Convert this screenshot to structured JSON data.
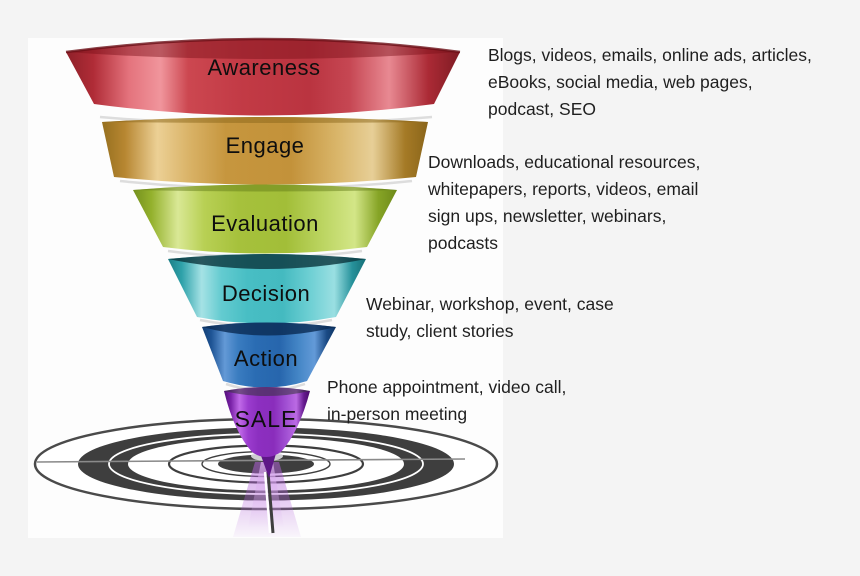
{
  "funnel": {
    "stages": [
      {
        "label": "Awareness",
        "color": "#c23a45"
      },
      {
        "label": "Engage",
        "color": "#c3923a"
      },
      {
        "label": "Evaluation",
        "color": "#a6c13c"
      },
      {
        "label": "Decision",
        "color": "#48bec4"
      },
      {
        "label": "Action",
        "color": "#2a6cb3"
      },
      {
        "label": "SALE",
        "color": "#8c2fc0"
      }
    ]
  },
  "annotations": [
    {
      "lines": [
        "Blogs, videos, emails, online ads, articles,",
        "eBooks, social media, web pages,",
        "podcast, SEO"
      ]
    },
    {
      "lines": [
        "Downloads, educational resources,",
        "whitepapers, reports, videos, email",
        "sign ups, newsletter, webinars,",
        "podcasts"
      ]
    },
    {
      "lines": [
        "Webinar, workshop, event, case",
        "study, client stories"
      ]
    },
    {
      "lines": [
        "Phone appointment, video call,",
        "in-person meeting"
      ]
    }
  ],
  "colors": {
    "background_outer": "#f4f4f4",
    "background_image": "#fdfdfd",
    "target_ring": "#3e3e3e",
    "text": "#1f1f1f"
  }
}
